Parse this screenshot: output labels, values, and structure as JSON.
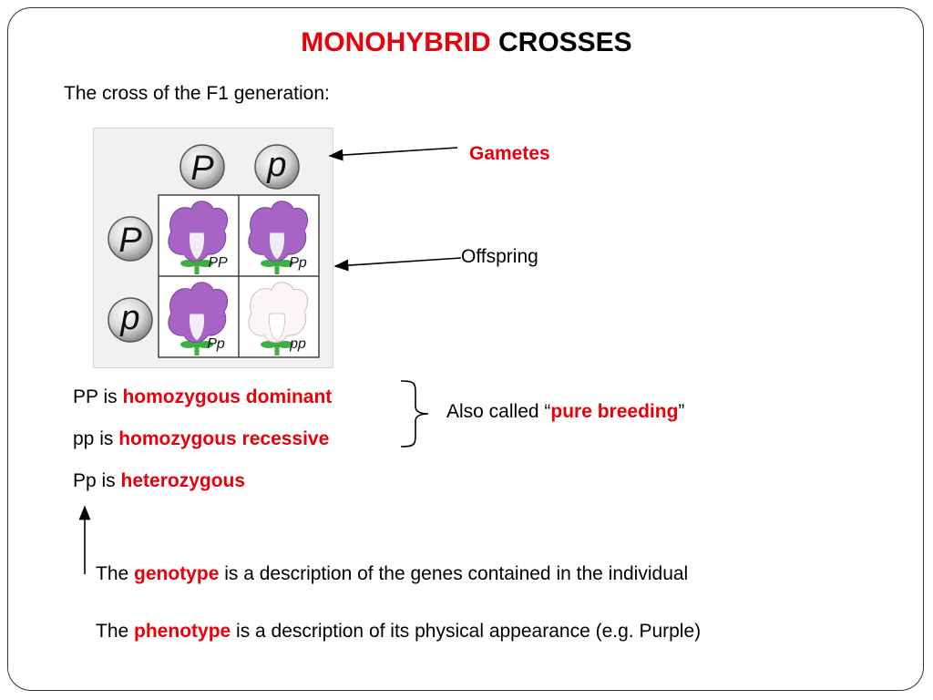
{
  "title": {
    "part1": "MONOHYBRID",
    "part2": "CROSSES"
  },
  "subtitle": "The cross of the F1 generation:",
  "punnett": {
    "column_gametes": [
      "P",
      "p"
    ],
    "row_gametes": [
      "P",
      "p"
    ],
    "cells": [
      {
        "genotype": "PP",
        "phenotype": "purple"
      },
      {
        "genotype": "Pp",
        "phenotype": "purple"
      },
      {
        "genotype": "Pp",
        "phenotype": "purple"
      },
      {
        "genotype": "pp",
        "phenotype": "white"
      }
    ]
  },
  "labels": {
    "gametes": "Gametes",
    "offspring": "Offspring"
  },
  "definitions": [
    {
      "prefix": "PP is ",
      "term": "homozygous dominant"
    },
    {
      "prefix": "pp is ",
      "term": "homozygous recessive"
    },
    {
      "prefix": "Pp is ",
      "term": "heterozygous"
    }
  ],
  "also_called": {
    "prefix": "Also called “",
    "term": "pure breeding",
    "suffix": "”"
  },
  "genotype_note": {
    "prefix": "The ",
    "term": "genotype",
    "suffix": " is a description of the genes contained in the individual"
  },
  "phenotype_note": {
    "prefix": "The ",
    "term": "phenotype",
    "suffix": " is a description of its physical appearance (e.g. Purple)"
  },
  "colors": {
    "accent_red": "#e8000b",
    "flower_purple": "#a764c4",
    "stem_green": "#3cb043"
  }
}
